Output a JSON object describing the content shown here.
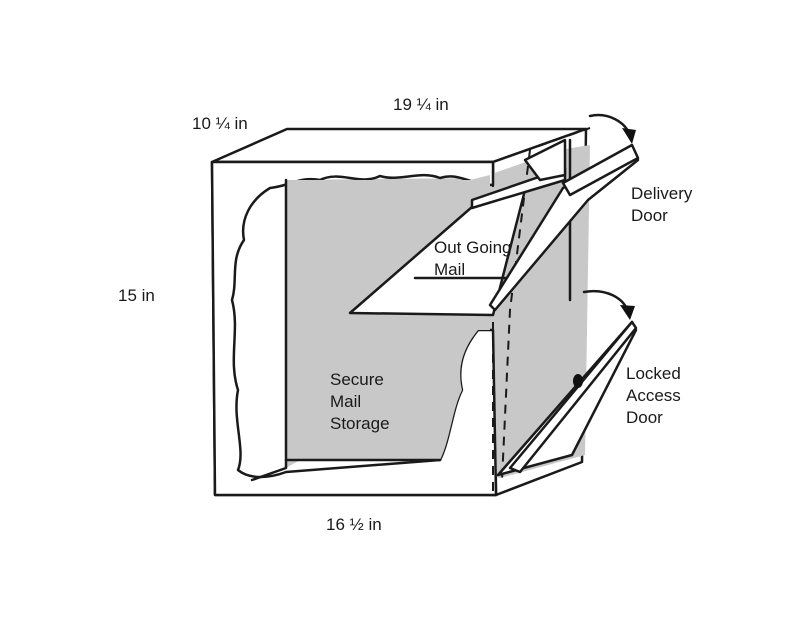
{
  "dimensions": {
    "depth": "10 ¼ in",
    "width": "19 ¼ in",
    "height": "15 in",
    "bottom_width": "16 ½ in"
  },
  "labels": {
    "delivery_door": [
      "Delivery",
      "Door"
    ],
    "locked_access_door": [
      "Locked",
      "Access",
      "Door"
    ],
    "outgoing_mail": [
      "Out Going",
      "Mail"
    ],
    "secure_storage": [
      "Secure",
      "Mail",
      "Storage"
    ]
  },
  "colors": {
    "line": "#1a1a1a",
    "interior": "#c8c8c8",
    "background": "#ffffff"
  }
}
